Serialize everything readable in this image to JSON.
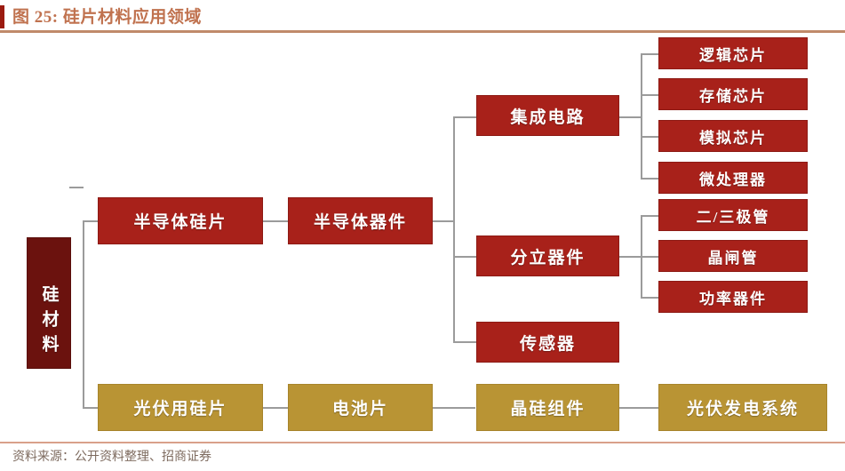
{
  "header": {
    "figure_label": "图 25:",
    "title": "硅片材料应用领域",
    "full_title": "图 25: 硅片材料应用领域",
    "accent_color": "#9b1b10",
    "rule_color": "#c08a6a"
  },
  "footer": {
    "source": "资料来源：公开资料整理、招商证券",
    "rule_color": "#d9a08a"
  },
  "palette": {
    "maroon": "#6b120e",
    "red": "#a8211a",
    "gold": "#b99434",
    "connector": "#9b9b9b",
    "text": "#ffffff"
  },
  "diagram": {
    "type": "tree",
    "root": {
      "label": "硅材料",
      "color": "maroon"
    },
    "level1": [
      {
        "label": "半导体硅片",
        "color": "red"
      },
      {
        "label": "光伏用硅片",
        "color": "gold"
      }
    ],
    "level2": [
      {
        "label": "半导体器件",
        "color": "red"
      },
      {
        "label": "电池片",
        "color": "gold"
      }
    ],
    "level3": [
      {
        "label": "集成电路",
        "color": "red"
      },
      {
        "label": "分立器件",
        "color": "red"
      },
      {
        "label": "传感器",
        "color": "red"
      },
      {
        "label": "晶硅组件",
        "color": "gold"
      }
    ],
    "level4": [
      {
        "label": "逻辑芯片",
        "color": "red",
        "parent": "集成电路"
      },
      {
        "label": "存储芯片",
        "color": "red",
        "parent": "集成电路"
      },
      {
        "label": "模拟芯片",
        "color": "red",
        "parent": "集成电路"
      },
      {
        "label": "微处理器",
        "color": "red",
        "parent": "集成电路"
      },
      {
        "label": "二/三极管",
        "color": "red",
        "parent": "分立器件"
      },
      {
        "label": "晶闸管",
        "color": "red",
        "parent": "分立器件"
      },
      {
        "label": "功率器件",
        "color": "red",
        "parent": "分立器件"
      },
      {
        "label": "光伏发电系统",
        "color": "gold",
        "parent": "晶硅组件"
      }
    ]
  }
}
